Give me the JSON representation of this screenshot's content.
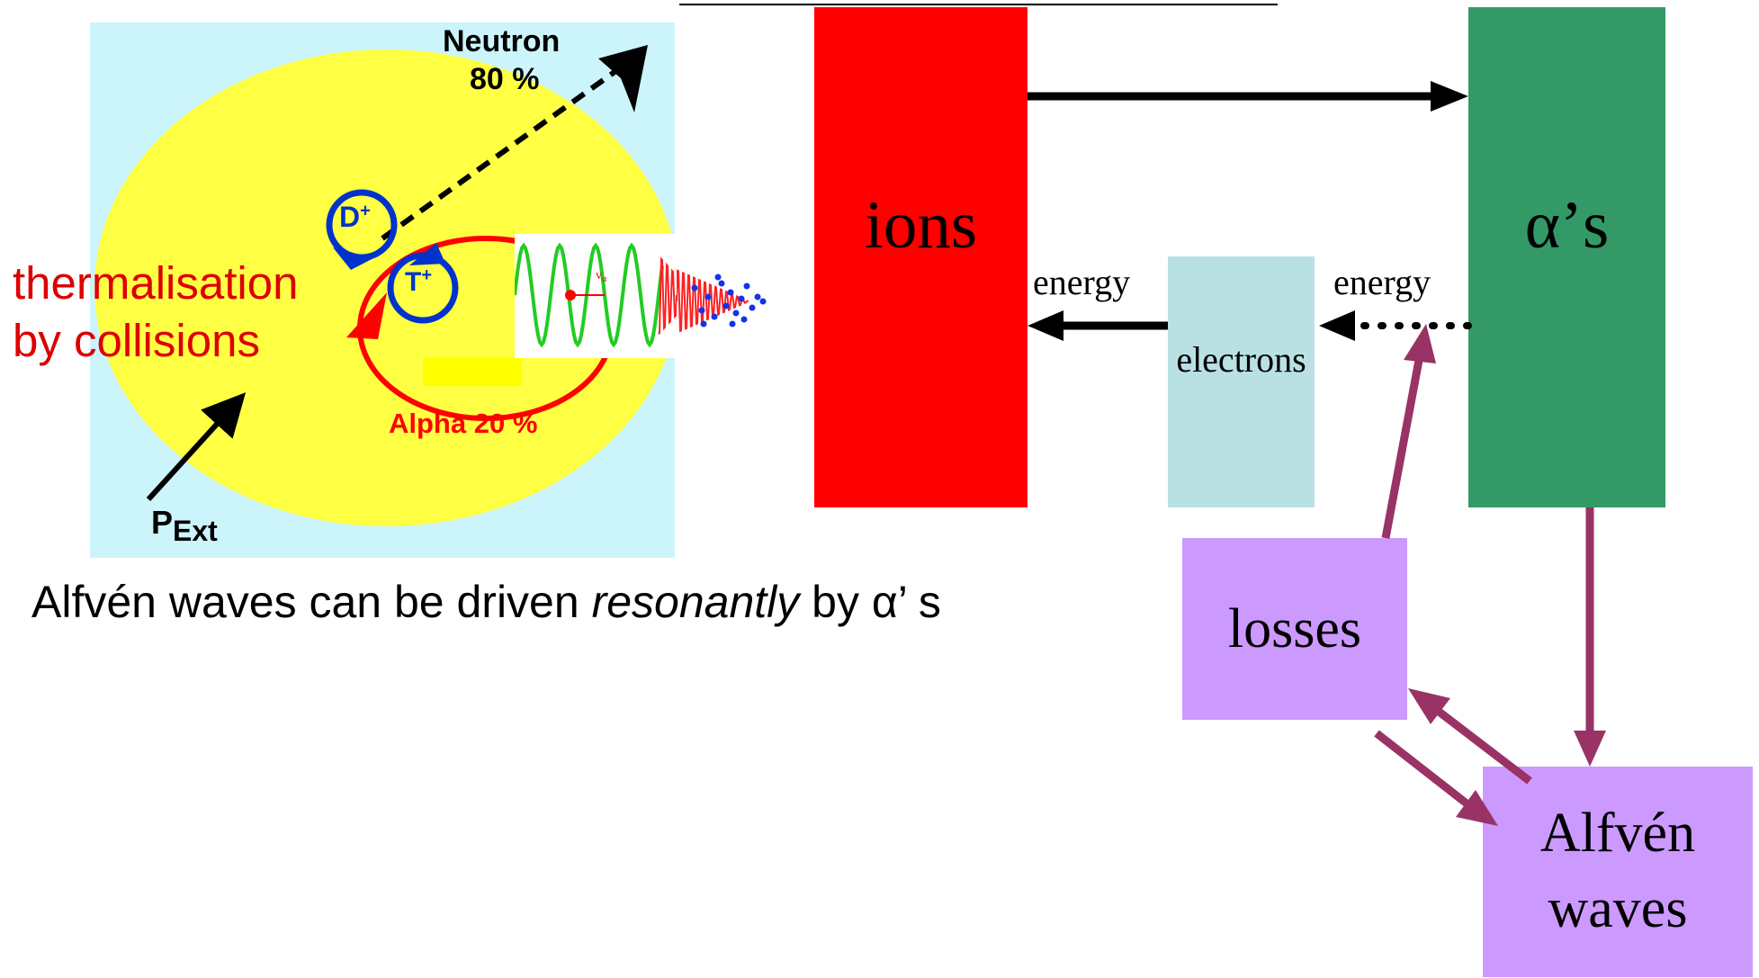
{
  "fusion_figure": {
    "neutron_label": "Neutron",
    "neutron_pct": "80 %",
    "deuteron_label": "D",
    "triton_label": "T",
    "ion_charge": "+",
    "alpha_label": "Alpha 20 %",
    "pext_main": "P",
    "pext_sub": "Ext",
    "wave_label": "v",
    "wave_sub": "α"
  },
  "thermalisation": {
    "line1": "thermalisation",
    "line2": "by collisions"
  },
  "caption": {
    "prefix": "Alfvén waves can be driven ",
    "emphasis": "resonantly",
    "suffix": " by α’ s"
  },
  "flow": {
    "ions": "ions",
    "alphas": "α’s",
    "electrons": "electrons",
    "energy_left": "energy",
    "energy_right": "energy",
    "losses": "losses",
    "alfven_line1": "Alfvén",
    "alfven_line2": "waves"
  },
  "colors": {
    "ions": "#ff0000",
    "alphas": "#339966",
    "electrons": "#b9e1e4",
    "losses": "#cc99ff",
    "alfven": "#cc99ff",
    "purple_arrows": "#993366",
    "thermal_text": "#dd0000",
    "plasma_bg": "#ccf4fb",
    "plasma_core": "#ffff44"
  }
}
